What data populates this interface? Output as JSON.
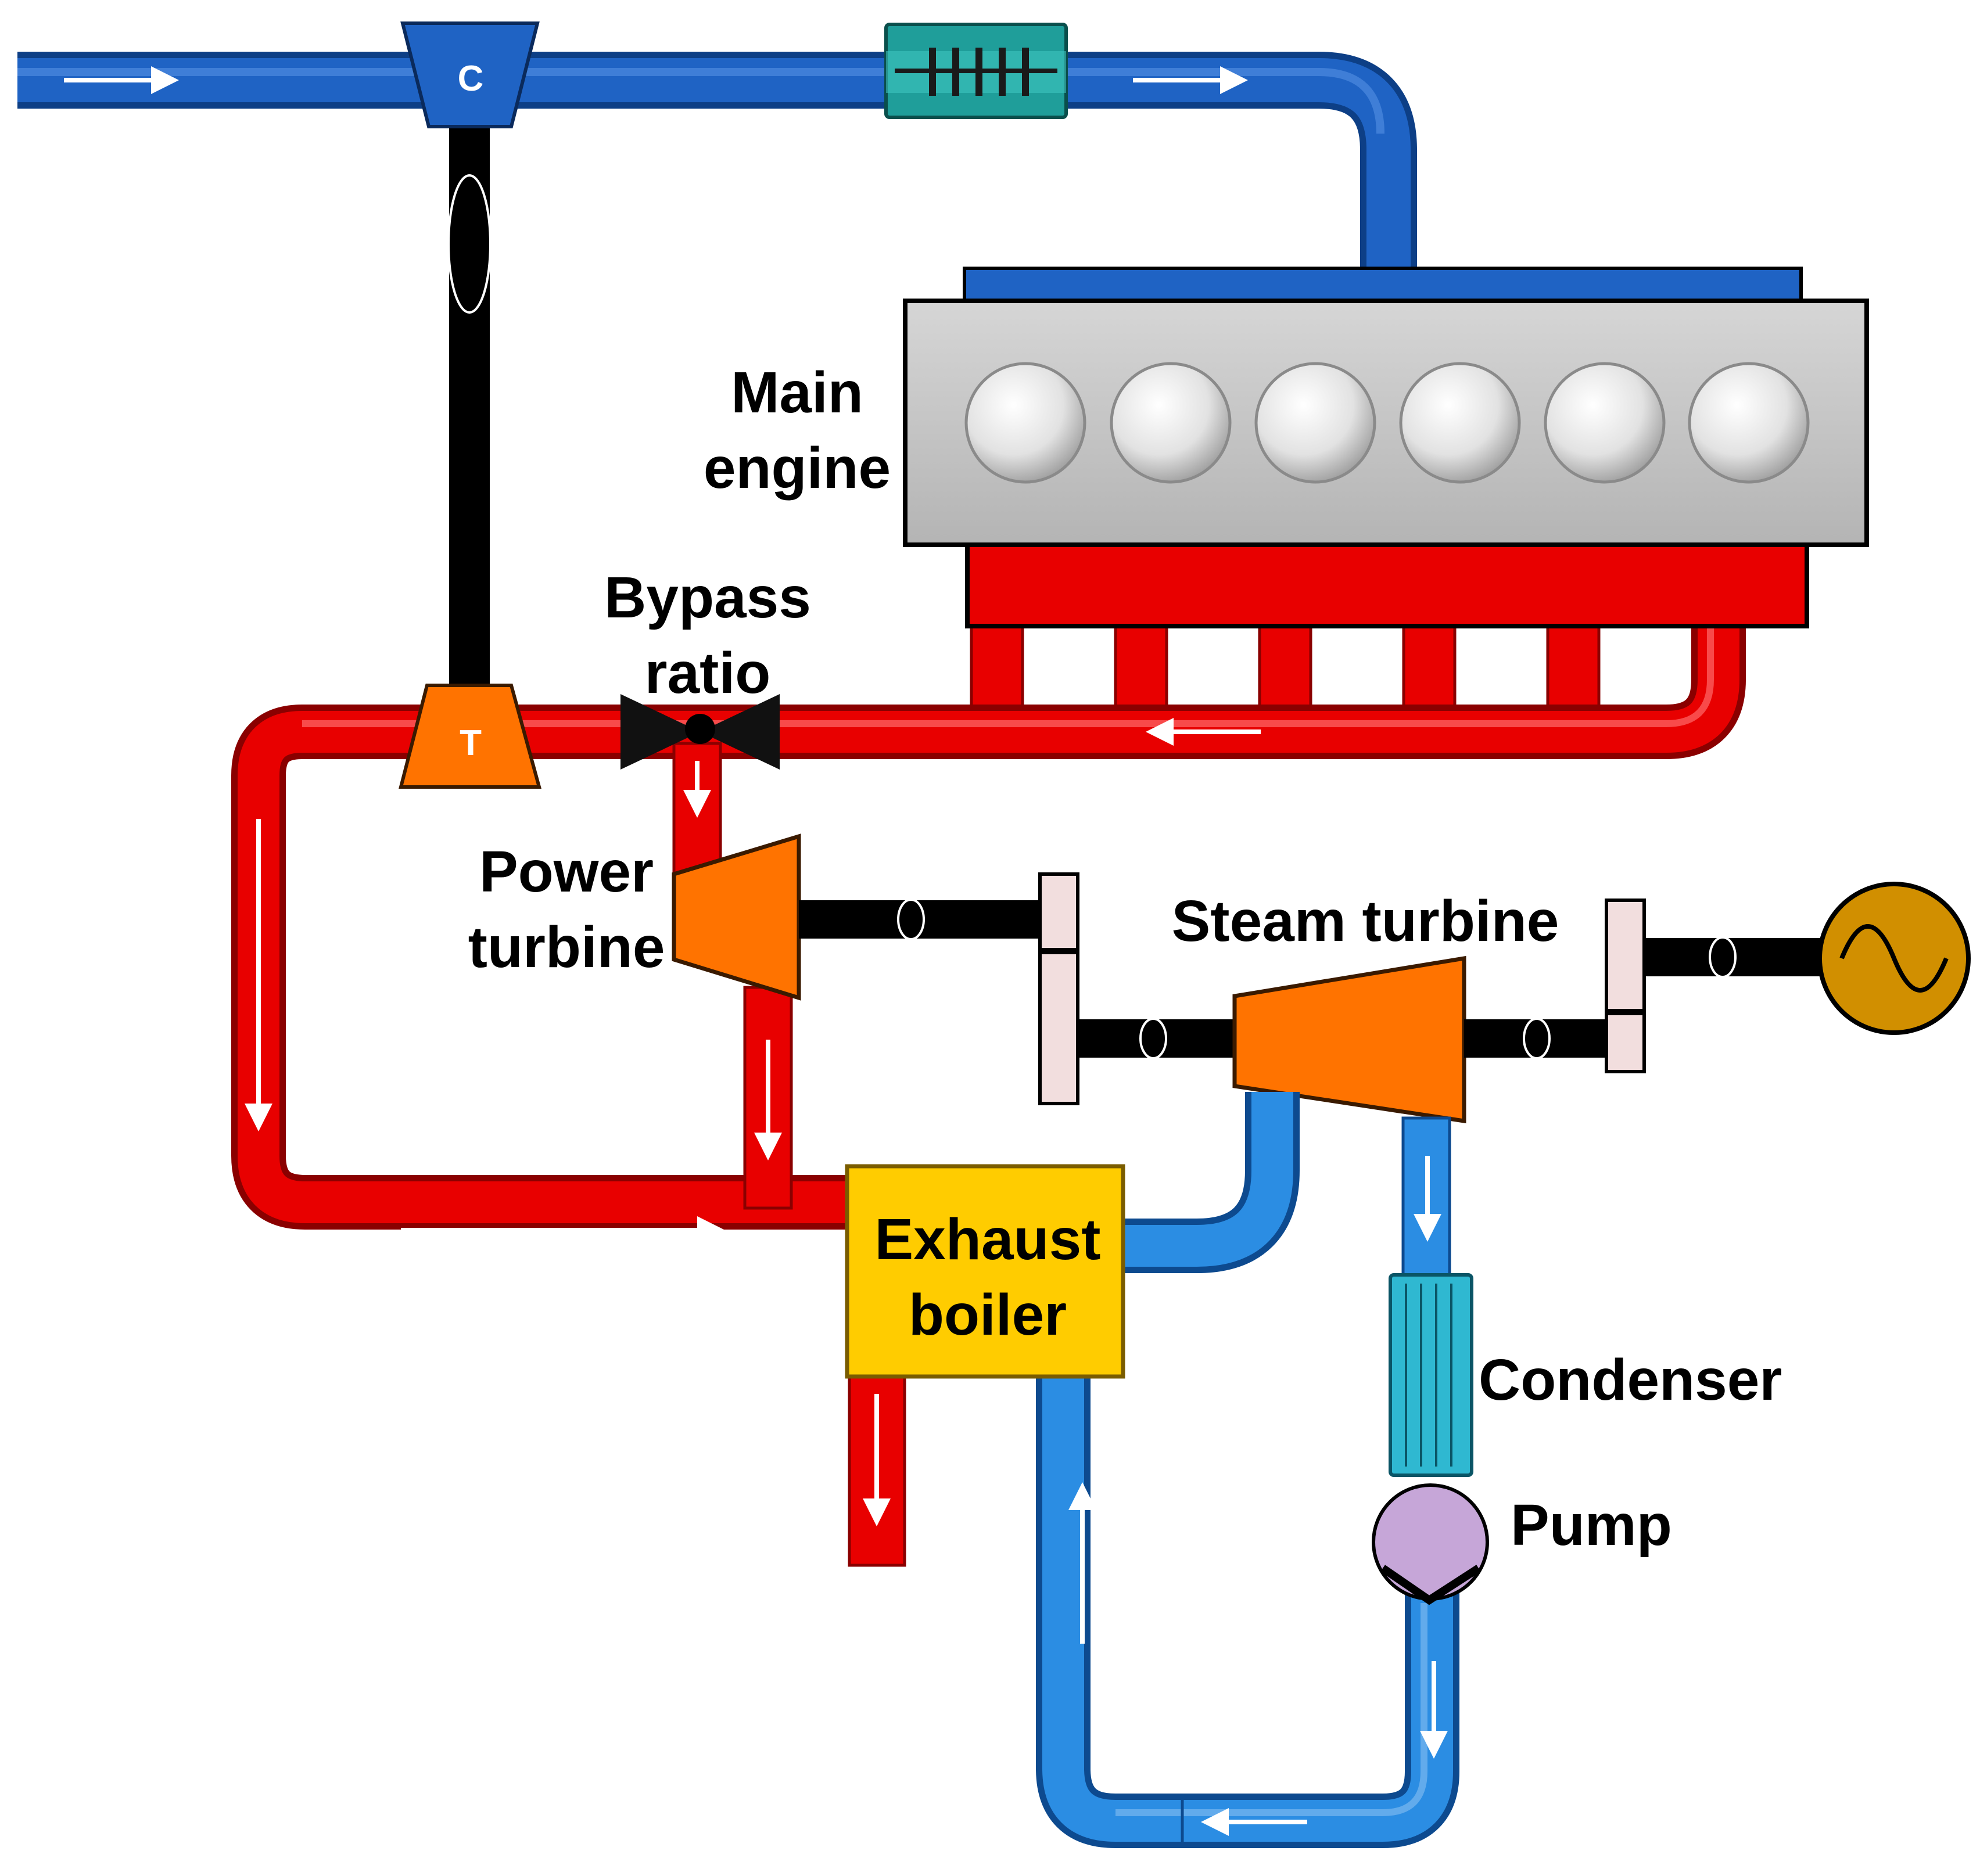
{
  "labels": {
    "main_engine_line1": "Main",
    "main_engine_line2": "engine",
    "bypass_line1": "Bypass",
    "bypass_line2": "ratio",
    "power_turbine_line1": "Power",
    "power_turbine_line2": "turbine",
    "steam_turbine": "Steam turbine",
    "exhaust_boiler_line1": "Exhaust",
    "exhaust_boiler_line2": "boiler",
    "condenser": "Condenser",
    "pump": "Pump",
    "compressor_symbol": "C",
    "turbine_symbol": "T"
  },
  "colors": {
    "air_pipe": "#1f63c4",
    "exhaust_pipe": "#e80000",
    "water_pipe": "#2b8de3",
    "shaft": "#000000",
    "engine_body": "#c4c4c4",
    "turbine": "#ff7300",
    "boiler": "#ffcc00",
    "condenser": "#2fb8d1",
    "pump": "#c6a6d8",
    "generator": "#d18f00",
    "coupling": "#f2dede",
    "intercooler": "#1f9e9a"
  }
}
